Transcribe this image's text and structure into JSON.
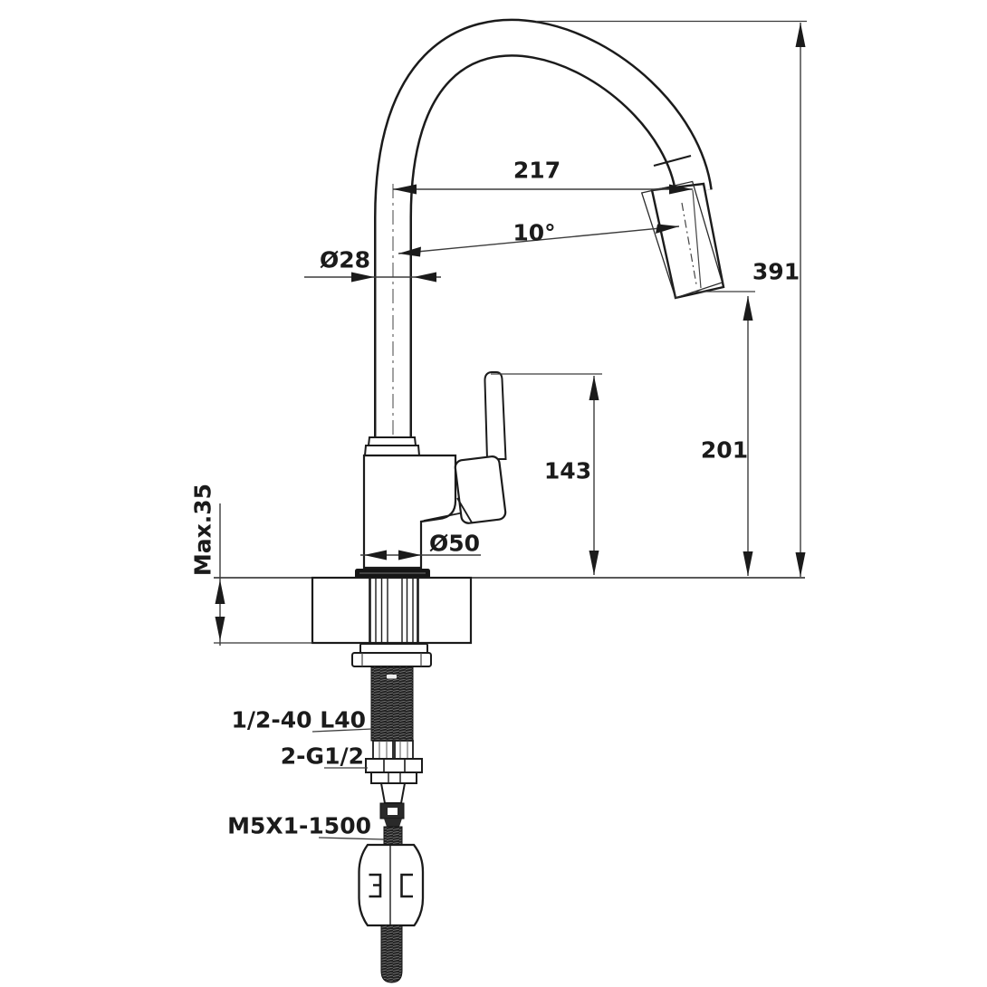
{
  "colors": {
    "line": "#1b1b1b",
    "dimension_line": "#3c3c3c",
    "background": "#ffffff"
  },
  "drawing": {
    "dimensions": {
      "spout_reach": "217",
      "spray_head_angle": "10°",
      "spout_tube_diameter": "Ø28",
      "overall_height": "391",
      "outlet_height": "201",
      "handle_top_height": "143",
      "max_mounting_thickness": "Max.35",
      "base_diameter": "Ø50"
    },
    "labels": {
      "shank_spec": "1/2-40 L40",
      "inlet_hose_spec": "2-G1/2",
      "pullout_hose_spec": "M5X1-1500"
    }
  }
}
